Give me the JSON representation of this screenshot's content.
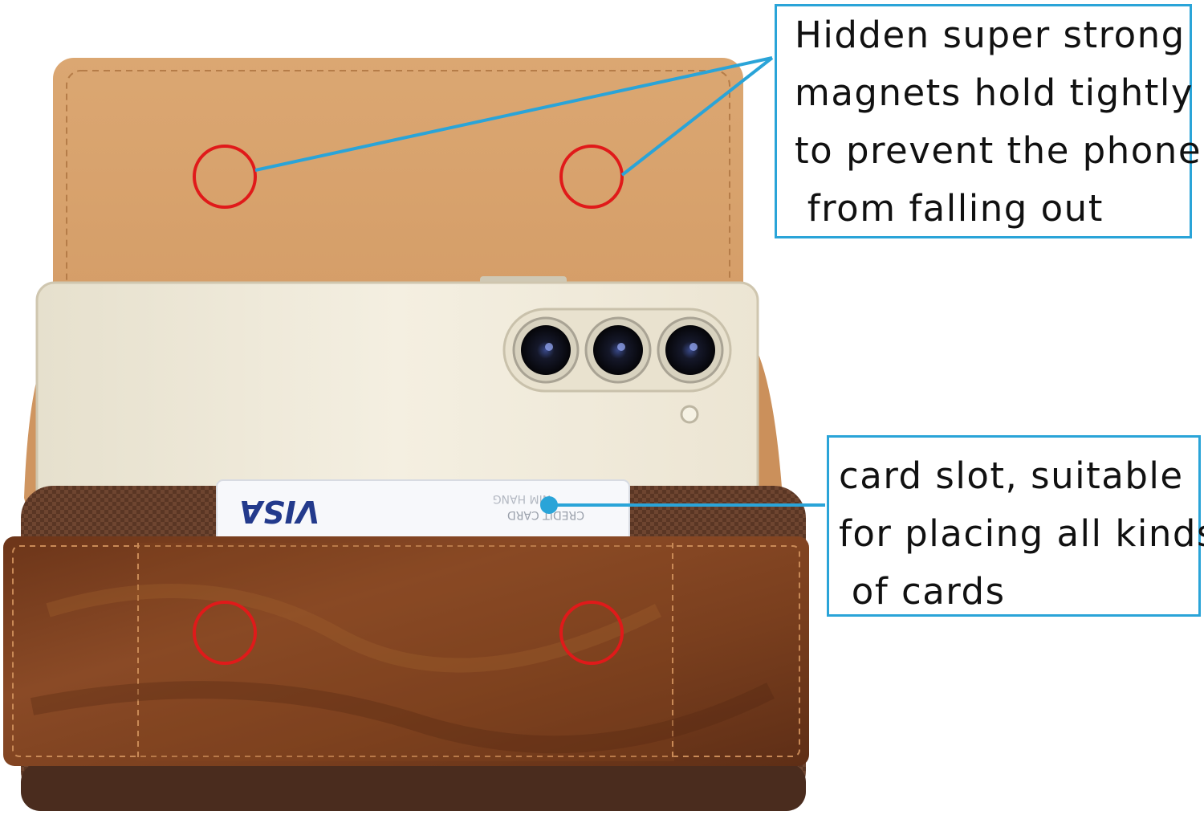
{
  "callouts": {
    "magnets": {
      "lines": [
        "Hidden super strong",
        "magnets hold tightly",
        "to prevent the phone",
        " from falling out"
      ]
    },
    "card_slot": {
      "lines": [
        "card slot, suitable",
        "for placing all kinds",
        " of cards"
      ]
    }
  },
  "card": {
    "brand": "VISA",
    "fine_print": [
      "CREDIT CARD",
      "NIM HANG"
    ]
  },
  "colors": {
    "callout_border": "#2aa4d8",
    "leader_line": "#2aa4d8",
    "magnet_marker": "#e01a1a",
    "flap_tan": "#d8a06c",
    "pouch_brown": "#7a3f1f",
    "phone_cream": "#efe9d8"
  }
}
